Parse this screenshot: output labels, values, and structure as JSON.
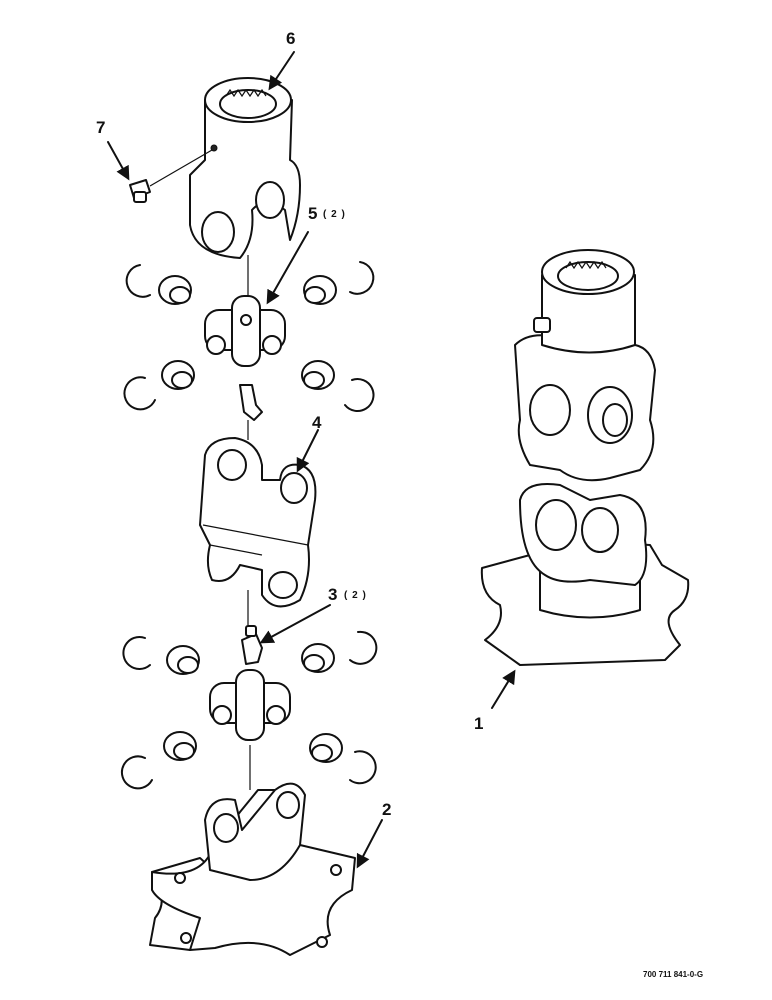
{
  "callouts": [
    {
      "id": "c1",
      "number": "1",
      "qty": ""
    },
    {
      "id": "c2",
      "number": "2",
      "qty": ""
    },
    {
      "id": "c3",
      "number": "3",
      "qty": "( 2 )"
    },
    {
      "id": "c4",
      "number": "4",
      "qty": ""
    },
    {
      "id": "c5",
      "number": "5",
      "qty": "( 2 )"
    },
    {
      "id": "c6",
      "number": "6",
      "qty": ""
    },
    {
      "id": "c7",
      "number": "7",
      "qty": ""
    }
  ],
  "drawing_number": "700 711 841-0-G"
}
